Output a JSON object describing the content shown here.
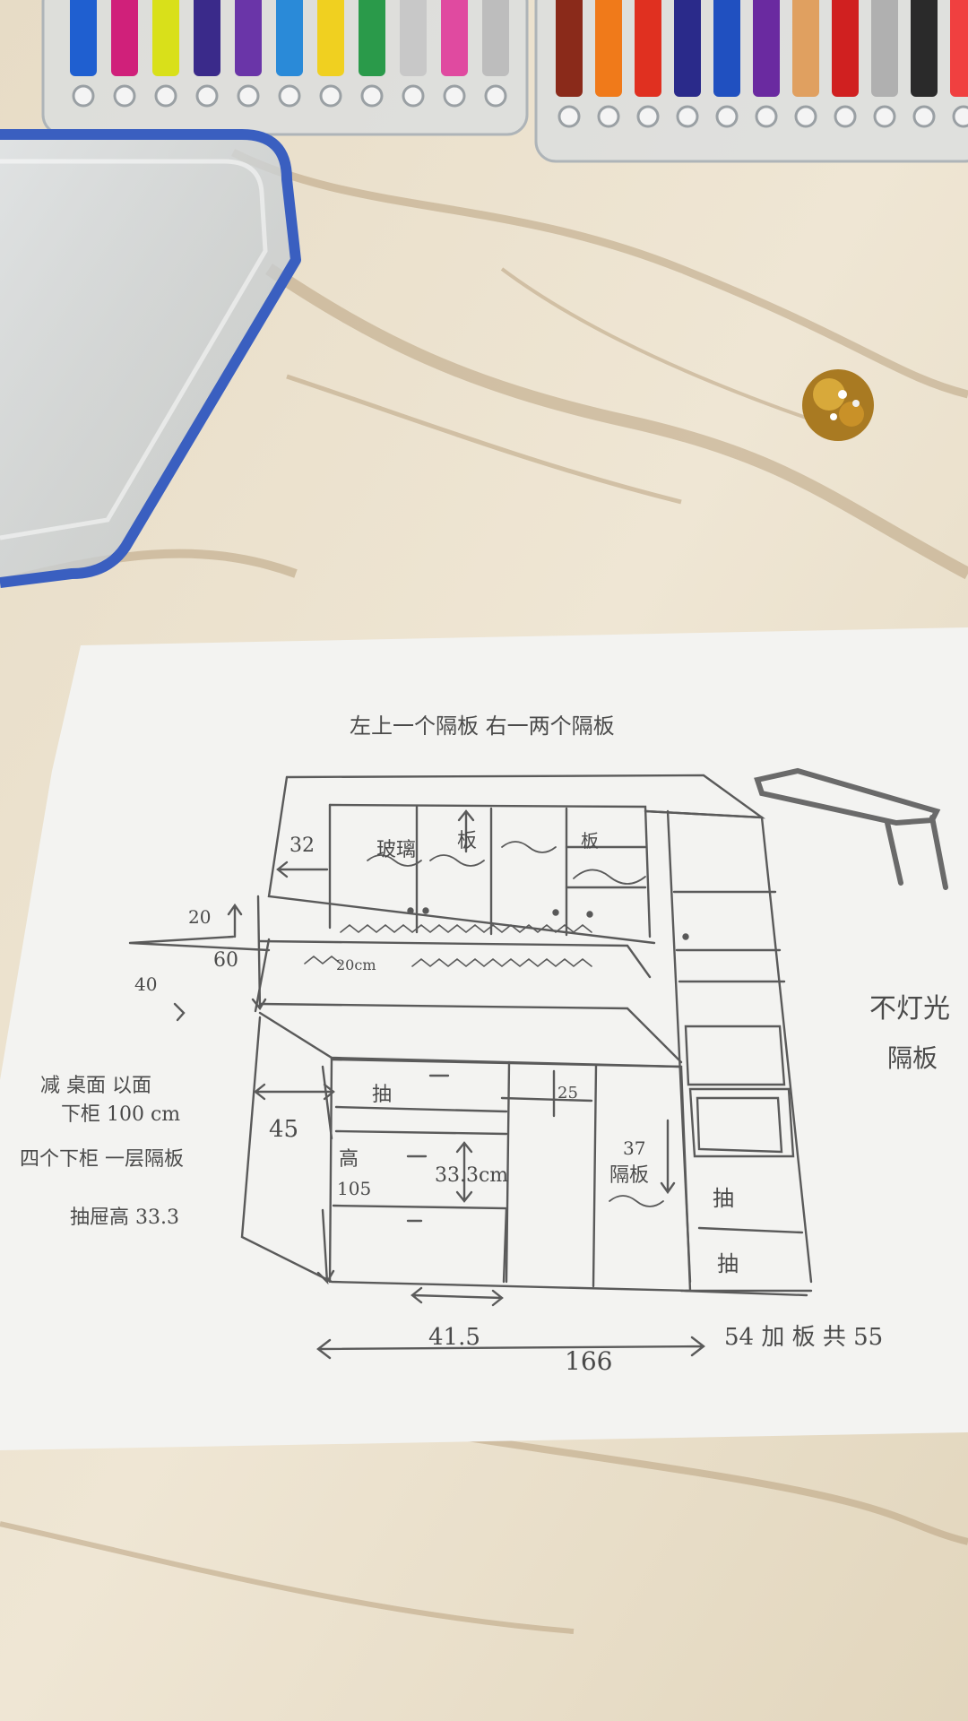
{
  "photo": {
    "surface_colors": {
      "marble": "#e9e0cc",
      "vein": "#b9a27f",
      "paper": "#f3f3f1",
      "pencil": "#555555",
      "lid_rim": "#3a5fc0"
    },
    "markers_left_colors": [
      "#1f5fd0",
      "#d0207a",
      "#d9e01a",
      "#3a2a8a",
      "#6a35a8",
      "#2a8ad8",
      "#f0d020",
      "#2a9a4a",
      "#c8c8c8",
      "#e04aa0",
      "#bdbdbd"
    ],
    "markers_right_colors": [
      "#8a2a1a",
      "#f07a1a",
      "#e03020",
      "#2a2a8a",
      "#2050c0",
      "#6a2aa0",
      "#e0a060",
      "#d02020",
      "#b0b0b0",
      "#2a2a2a",
      "#f04040"
    ]
  },
  "sketch": {
    "title": "左上一个隔板  右一两个隔板",
    "labels": {
      "dim_32": "32",
      "dim_20": "20",
      "dim_60": "60",
      "dim_40": "40",
      "dim_45": "45",
      "dim_20cm": "20cm",
      "dim_25": "25",
      "dim_37": "37",
      "dim_33cm": "33.3cm",
      "dim_415": "41.5",
      "dim_166": "166",
      "cell_glass": "玻璃",
      "cell_shelf": "板",
      "cell_shelf2": "板",
      "drawer_1": "抽",
      "drawer_2": "抽",
      "drawer_3": "抽",
      "height_label": "高",
      "height_value": "105",
      "partition": "隔板",
      "side_note": "54 加 板 共 55",
      "right_note_1": "不灯光",
      "right_note_2": "隔板",
      "left_note_1": "减 桌面 以面",
      "left_note_2": "下柜 100 cm",
      "left_note_3": "四个下柜 一层隔板",
      "left_note_4": "抽屉高 33.3"
    }
  }
}
